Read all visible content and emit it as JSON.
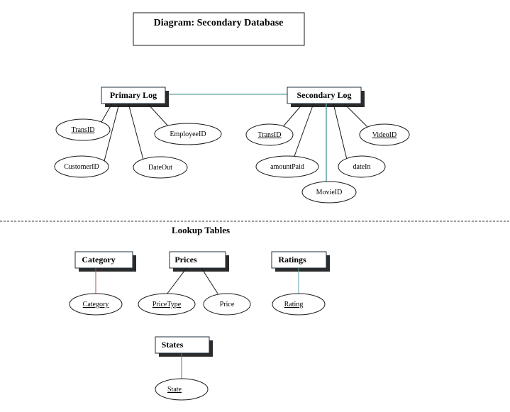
{
  "title": "Diagram: Secondary Database",
  "section_label": "Lookup Tables",
  "entities": {
    "primary_log": "Primary Log",
    "secondary_log": "Secondary Log",
    "category": "Category",
    "prices": "Prices",
    "ratings": "Ratings",
    "states": "States"
  },
  "attributes": {
    "primary_trans_id": "TransID",
    "primary_customer_id": "CustomerID",
    "primary_date_out": "DateOut",
    "primary_employee_id": "EmployeeID",
    "secondary_trans_id": "TransID",
    "secondary_amount_paid": "amountPaid",
    "secondary_movie_id": "MovieID",
    "secondary_date_in": "dateIn",
    "secondary_video_id": "VideoID",
    "category_category": "Category",
    "prices_price_type": "PriceType",
    "prices_price": "Price",
    "ratings_rating": "Rating",
    "states_state": "State"
  },
  "colors": {
    "line": "#1a1a1a",
    "shadow": "#2b2b2b",
    "entity_border": "#1f2f3f",
    "teal_link": "#3a8a88",
    "red_link": "#a45a4a",
    "blue_link": "#5aa0a8",
    "dashed_divider": "#333333"
  }
}
